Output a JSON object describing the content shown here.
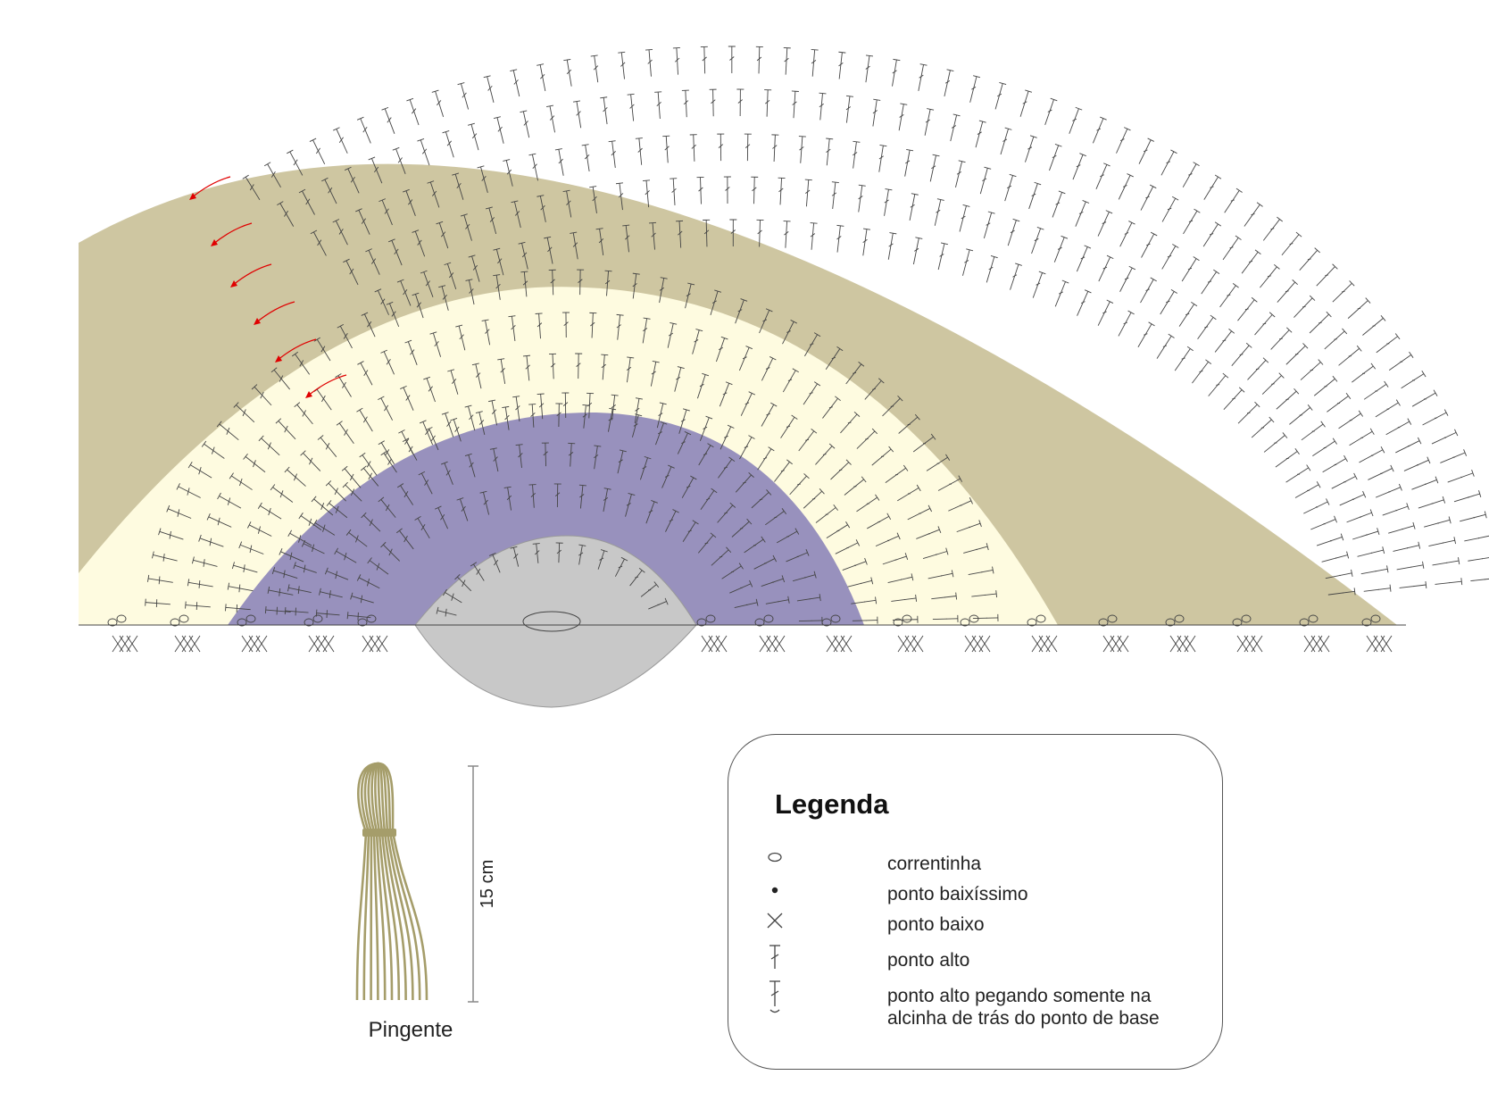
{
  "legend": {
    "title": "Legenda",
    "items": [
      {
        "symbol": "chain",
        "label": "correntinha"
      },
      {
        "symbol": "slip-stitch",
        "label": "ponto baixíssimo"
      },
      {
        "symbol": "single-crochet",
        "label": "ponto baixo"
      },
      {
        "symbol": "double-crochet",
        "label": "ponto alto"
      },
      {
        "symbol": "back-loop-double-crochet",
        "label": "ponto alto pegando somente na alcinha de trás do ponto de base"
      }
    ]
  },
  "tassel": {
    "caption": "Pingente",
    "measure_label": "15 cm",
    "color": "#a59d6a"
  },
  "colors": {
    "outer_band": "#cec6a1",
    "middle_band": "#fefbe0",
    "inner_band": "#9891bd",
    "center_oval": "#c8c8c8",
    "arrow": "#e00000",
    "stitch": "#444444"
  }
}
